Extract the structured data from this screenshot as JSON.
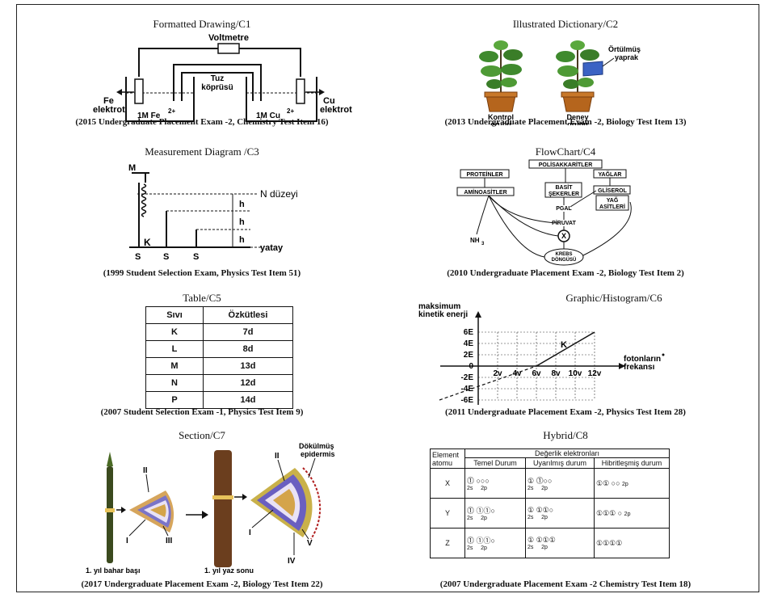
{
  "c1": {
    "title": "Formatted Drawing/C1",
    "voltmeter": "Voltmetre",
    "bridge_1": "Tuz",
    "bridge_2": "köprüsü",
    "left_electrode_1": "Fe",
    "left_electrode_2": "elektrot",
    "right_electrode_1": "Cu",
    "right_electrode_2": "elektrot",
    "left_solution": "1M Fe",
    "left_charge": "2+",
    "right_solution": "1M Cu",
    "right_charge": "2+",
    "caption": "(2015 Undergraduate Placement Exam -2, Chemistry Test Item 16)"
  },
  "c2": {
    "title": "Illustrated Dictionary/C2",
    "covered_1": "Örtülmüş",
    "covered_2": "yaprak",
    "control_1": "Kontrol",
    "control_2": "grubu",
    "experiment_1": "Deney",
    "experiment_2": "grubu",
    "caption": "(2013 Undergraduate Placement Exam -2, Biology Test Item 13)"
  },
  "c3": {
    "title": "Measurement Diagram /C3",
    "m": "M",
    "n_level": "N düzeyi",
    "h": "h",
    "horizontal": "yatay",
    "k": "K",
    "s": "S",
    "caption": "(1999 Student Selection Exam, Physics Test Item 51)"
  },
  "c4": {
    "title": "FlowChart/C4",
    "polysaccharides": "POLİSAKKARİTLER",
    "proteins": "PROTEİNLER",
    "fats": "YAĞLAR",
    "amino_acids": "AMİNOASİTLER",
    "simple_sugars_1": "BASİT",
    "simple_sugars_2": "ŞEKERLER",
    "glycerol": "GLİSEROL",
    "fatty_acids_1": "YAĞ",
    "fatty_acids_2": "ASİTLERİ",
    "pgal": "PGAL",
    "pyruvate": "PİRUVAT",
    "x": "X",
    "nh3": "NH",
    "nh3_sub": "3",
    "krebs_1": "KREBS",
    "krebs_2": "DÖNGÜSÜ",
    "caption": "(2010 Undergraduate Placement Exam -2, Biology Test Item 2)"
  },
  "c5": {
    "title": "Table/C5",
    "headers": [
      "Sıvı",
      "Özkütlesi"
    ],
    "rows": [
      [
        "K",
        "7d"
      ],
      [
        "L",
        "8d"
      ],
      [
        "M",
        "13d"
      ],
      [
        "N",
        "12d"
      ],
      [
        "P",
        "14d"
      ]
    ],
    "caption": "(2007 Student Selection Exam -1, Physics Test Item 9)"
  },
  "c6": {
    "title": "Graphic/Histogram/C6",
    "ylabel_1": "maksimum",
    "ylabel_2": "kinetik enerji",
    "xlabel_1": "fotonların",
    "xlabel_2": "frekansı",
    "y_ticks": [
      "6E",
      "4E",
      "2E",
      "0",
      "-2E",
      "-4E",
      "-6E"
    ],
    "x_ticks": [
      "2v",
      "4v",
      "6v",
      "8v",
      "10v",
      "12v"
    ],
    "line_label": "K",
    "caption": "(2011 Undergraduate Placement Exam -2, Physics Test Item 28)"
  },
  "c7": {
    "title": "Section/C7",
    "epidermis_1": "Dökülmüş",
    "epidermis_2": "epidermis",
    "labels": [
      "I",
      "II",
      "III",
      "IV",
      "V"
    ],
    "spring": "1. yıl bahar başı",
    "summer": "1. yıl yaz sonu",
    "caption": "(2017 Undergraduate Placement Exam -2,  Biology Test Item 22)"
  },
  "c8": {
    "title": "Hybrid/C8",
    "element_1": "Element",
    "element_2": "atomu",
    "valence": "Değerlik elektronları",
    "ground": "Temel Durum",
    "excited": "Uyarılmış durum",
    "hybrid": "Hibritleşmiş durum",
    "rows": [
      "X",
      "Y",
      "Z"
    ],
    "s2": "2s",
    "p2": "2p",
    "caption": "(2007 Undergraduate Placement Exam -2 Chemistry Test Item 18)"
  }
}
